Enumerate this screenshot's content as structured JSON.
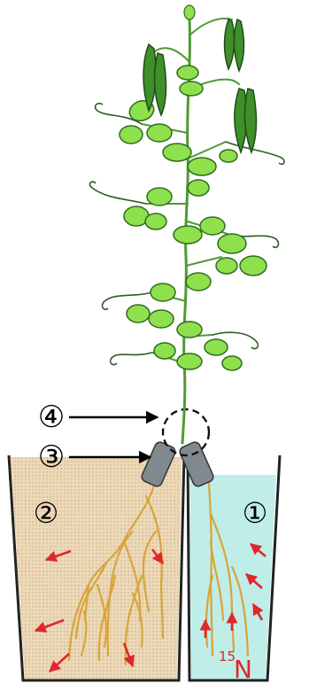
{
  "labels": {
    "marker_1": "①",
    "marker_2": "②",
    "marker_3": "③",
    "marker_4": "④",
    "isotope_mass": "15",
    "isotope_symbol": "N"
  },
  "colors": {
    "leaf": "#8ee04c",
    "leaf_stroke": "#2f6b1e",
    "stem": "#4f9a34",
    "pod": "#3f8f2b",
    "root": "#d9a43a",
    "soil": "#ecd9b8",
    "solution": "#bfeee8",
    "arrow": "#e0262c",
    "tube": "#808a8e"
  },
  "icons": {
    "plant": "pea-plant-illustration",
    "soil_pot": "soil-pot",
    "solution_pot": "solution-pot",
    "connector": "split-root-tube"
  }
}
